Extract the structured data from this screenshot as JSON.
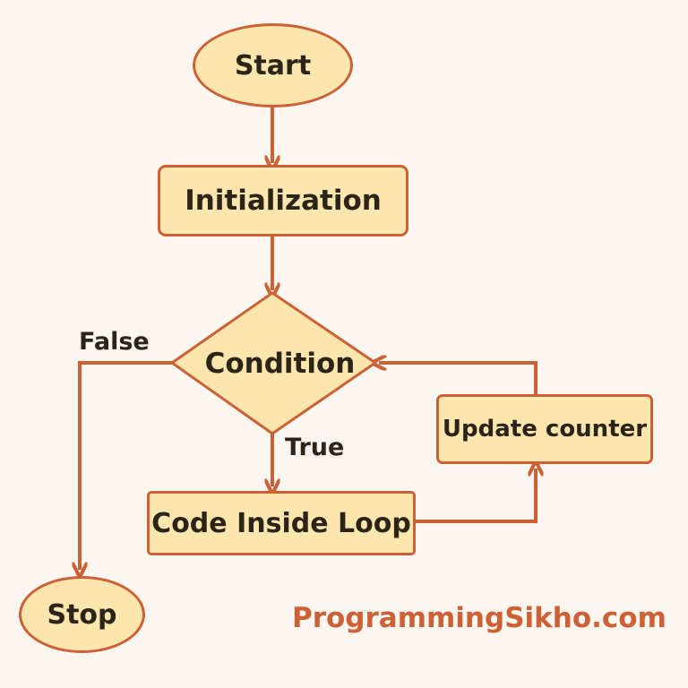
{
  "nodes": {
    "start": "Start",
    "init": "Initialization",
    "condition": "Condition",
    "body": "Code Inside Loop",
    "update": "Update counter",
    "stop": "Stop"
  },
  "edges": {
    "false_label": "False",
    "true_label": "True"
  },
  "brand": "ProgrammingSikho.com",
  "colors": {
    "fill": "#fde5ae",
    "stroke": "#cd6135",
    "text": "#2b2418",
    "background": "#fbf6ef"
  }
}
